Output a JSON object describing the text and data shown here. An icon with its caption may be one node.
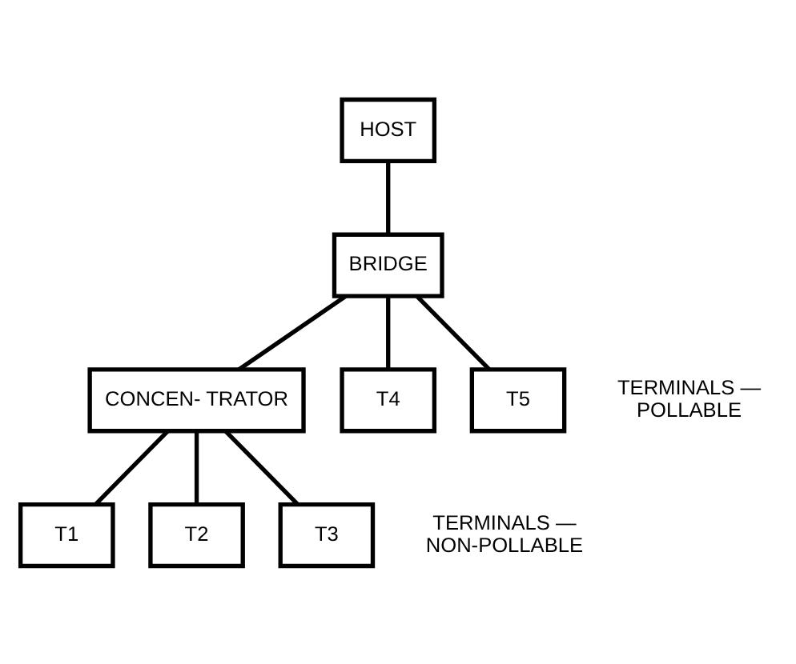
{
  "diagram": {
    "nodes": [
      {
        "text": [
          "HOST"
        ]
      },
      {
        "text": [
          "BRIDGE"
        ]
      },
      {
        "text": [
          "CONCEN- TRATOR"
        ]
      },
      {
        "text": [
          "T4"
        ]
      },
      {
        "text": [
          "T5"
        ]
      },
      {
        "text": [
          "T1"
        ]
      },
      {
        "text": [
          "T2"
        ]
      },
      {
        "text": [
          "T3"
        ]
      }
    ],
    "edges": [
      {
        "from": 0,
        "to": 1,
        "arrow": "none"
      },
      {
        "from": 1,
        "to": 2,
        "arrow": "none"
      },
      {
        "from": 1,
        "to": 3,
        "arrow": "none"
      },
      {
        "from": 1,
        "to": 4,
        "arrow": "none"
      },
      {
        "from": 2,
        "to": 5,
        "arrow": "none"
      },
      {
        "from": 2,
        "to": 6,
        "arrow": "none"
      },
      {
        "from": 2,
        "to": 7,
        "arrow": "none"
      }
    ],
    "labels": [
      "TERMINALS — POLLABLE",
      "TERMINALS — NON-POLLABLE"
    ]
  }
}
